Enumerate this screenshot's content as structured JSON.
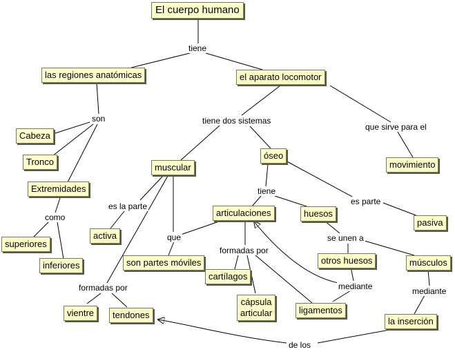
{
  "concepts": {
    "cuerpo": "El cuerpo humano",
    "regiones": "las regiones anatómicas",
    "locomotor": "el aparato locomotor",
    "cabeza": "Cabeza",
    "tronco": "Tronco",
    "extremidades": "Extremidades",
    "superiores": "superiores",
    "inferiores": "inferiores",
    "muscular": "muscular",
    "oseo": "óseo",
    "movimiento": "movimiento",
    "activa": "activa",
    "articulaciones": "articulaciones",
    "huesos": "huesos",
    "pasiva": "pasiva",
    "partes_moviles": "son partes móviles",
    "cartilagos": "cartílagos",
    "otros_huesos": "otros huesos",
    "musculos": "músculos",
    "capsula_1": "cápsula",
    "capsula_2": "articular",
    "ligamentos": "ligamentos",
    "insercion": "la inserción",
    "vientre": "vientre",
    "tendones": "tendones"
  },
  "labels": {
    "tiene": "tiene",
    "son": "son",
    "tiene_dos": "tiene dos sistemas",
    "que_sirve": "que sirve para el",
    "como": "como",
    "es_la_parte": "es la parte",
    "tiene_2": "tiene",
    "es_parte": "es parte",
    "que": "que",
    "formadas_por_1": "formadas por",
    "se_unen": "se unen a",
    "mediante_1": "mediante",
    "mediante_2": "mediante",
    "formadas_por_2": "formadas por",
    "de_los": "de los"
  }
}
